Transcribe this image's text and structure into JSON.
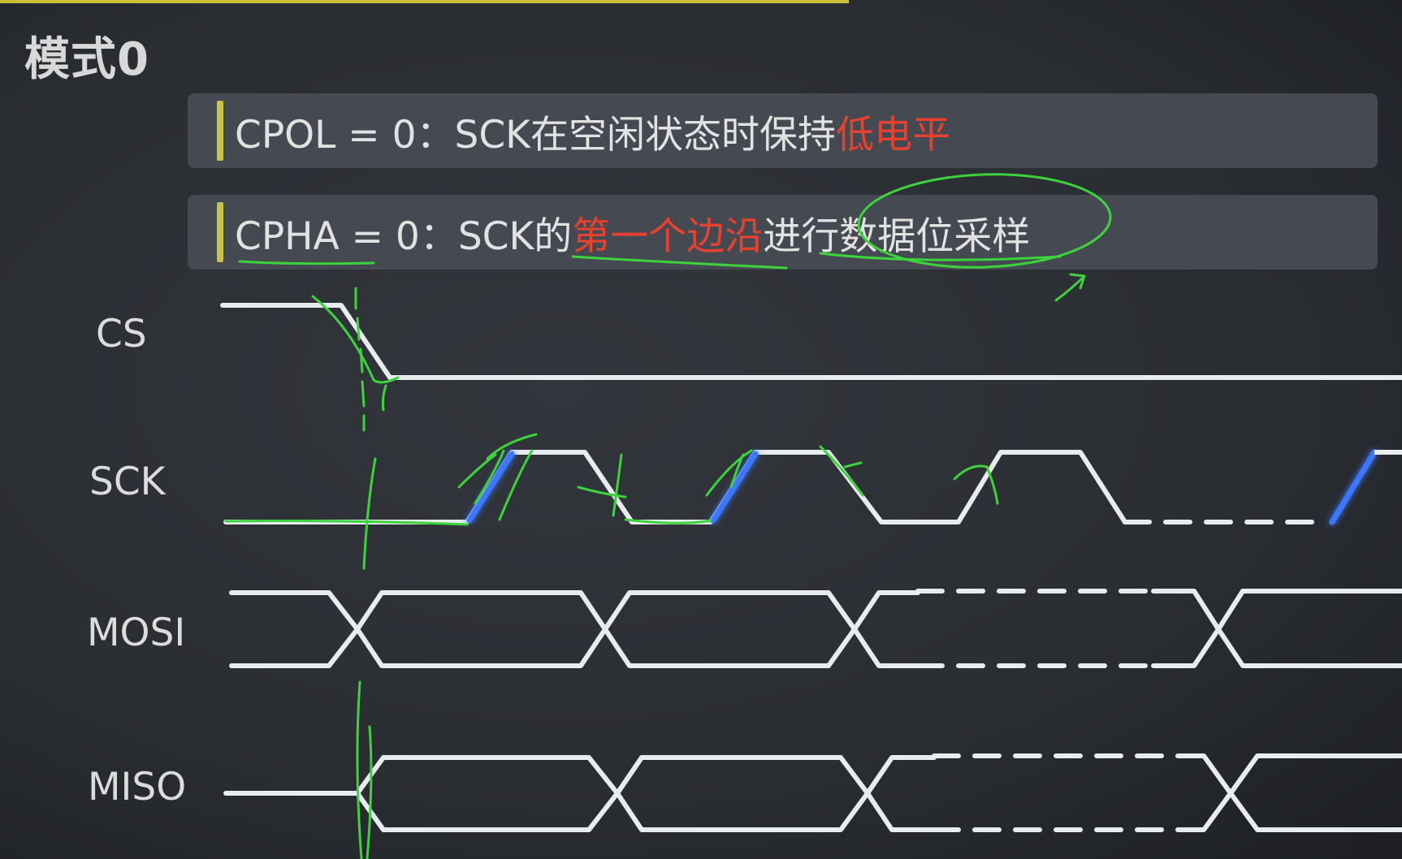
{
  "title": "模式0",
  "rules": [
    {
      "prefix": "CPOL = 0：SCK在空闲状态时保持",
      "highlight": "低电平",
      "suffix": ""
    },
    {
      "prefix": "CPHA = 0：SCK的",
      "highlight": "第一个边沿",
      "suffix": "进行数据位采样"
    }
  ],
  "signals": {
    "cs": "CS",
    "sck": "SCK",
    "mosi": "MOSI",
    "miso": "MISO"
  },
  "colors": {
    "highlight": "#e8412e",
    "wave": "#e9ecef",
    "annotation": "#3cd33c",
    "edge": "#3a78ff",
    "rule_bar": "#c9c14a"
  }
}
